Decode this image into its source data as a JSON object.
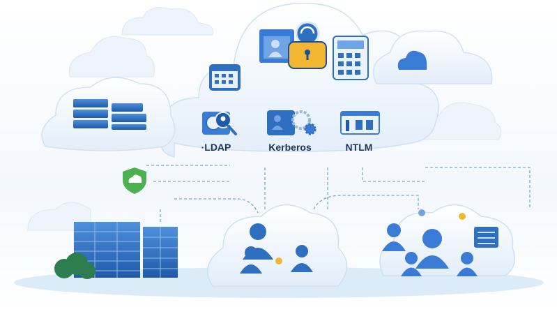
{
  "protocols": [
    {
      "label": "·LDAP",
      "icon": "ldap-search-user-icon"
    },
    {
      "label": "Kerberos",
      "icon": "kerberos-user-gear-icon"
    },
    {
      "label": "NTLM",
      "icon": "ntlm-window-icon"
    }
  ],
  "colors": {
    "primary_blue": "#2f6fc0",
    "light_blue": "#cfe3f5",
    "cloud_fill": "#f4f8fc",
    "lock_gold": "#f2b632",
    "shield_green": "#4caf50"
  }
}
